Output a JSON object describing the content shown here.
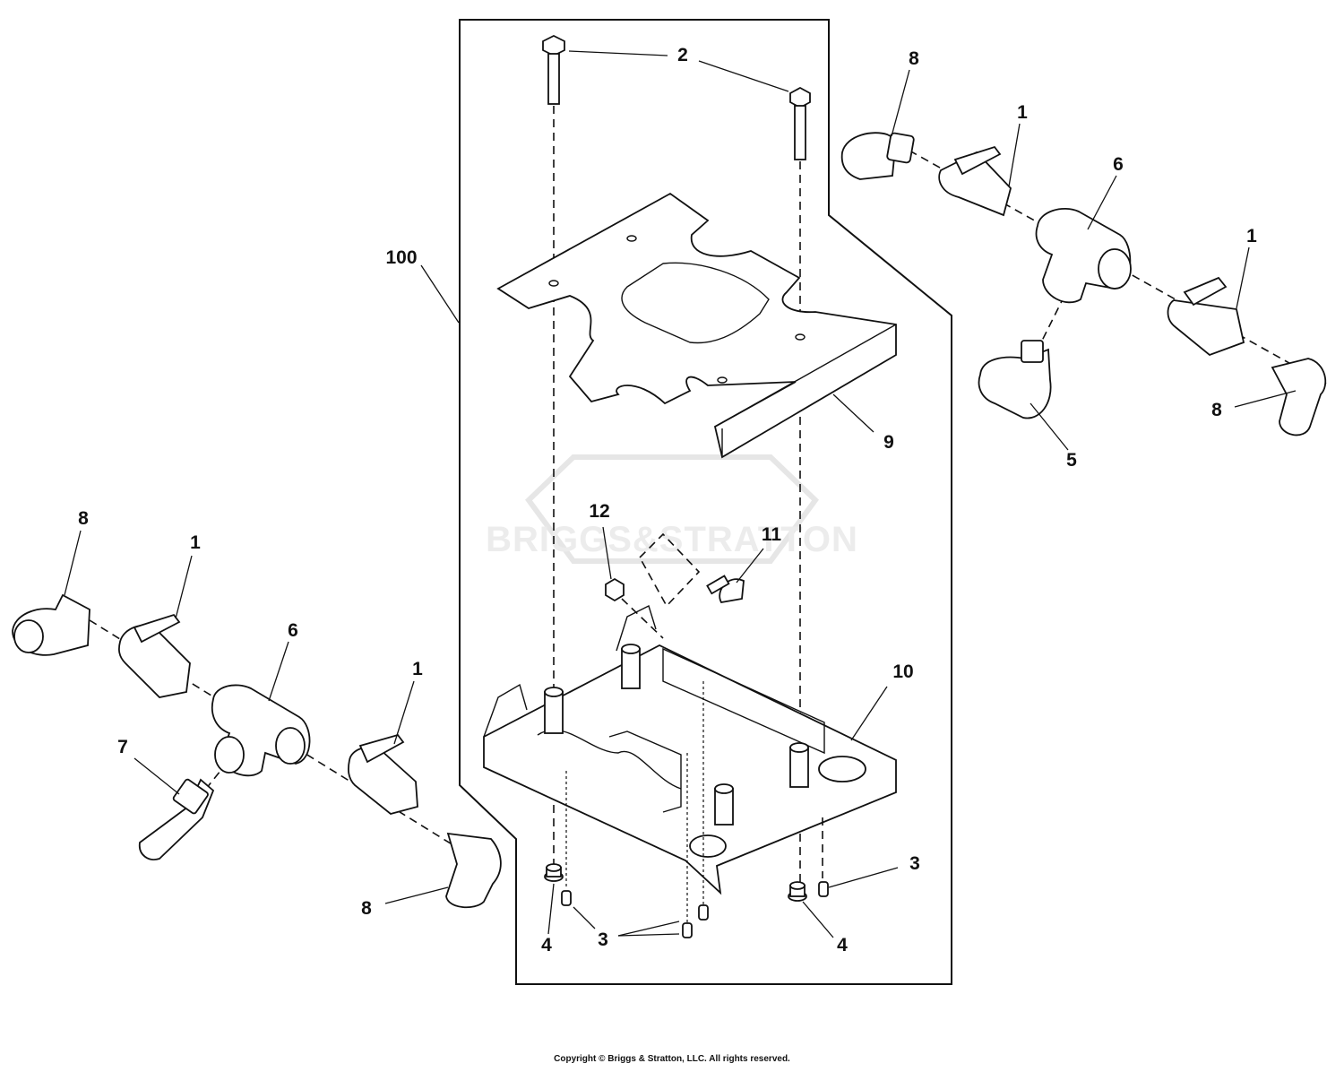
{
  "watermark": {
    "text": "BRIGGS&STRATTON",
    "color": "#e6e6e6"
  },
  "callouts": {
    "c100": "100",
    "c2": "2",
    "c9": "9",
    "c12": "12",
    "c11": "11",
    "c10": "10",
    "c3a": "3",
    "c3b": "3",
    "c4a": "4",
    "c4b": "4",
    "r8a": "8",
    "r1a": "1",
    "r6": "6",
    "r1b": "1",
    "r5": "5",
    "r8b": "8",
    "l8a": "8",
    "l1a": "1",
    "l6": "6",
    "l1b": "1",
    "l7": "7",
    "l8b": "8"
  },
  "copyright": "Copyright © Briggs & Stratton, LLC. All rights reserved.",
  "colors": {
    "line": "#111111",
    "background": "#ffffff"
  }
}
